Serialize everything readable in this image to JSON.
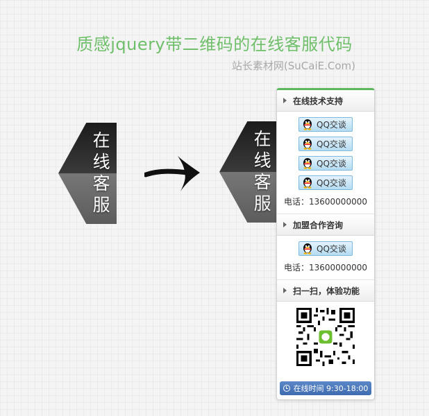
{
  "header": {
    "title": "质感jquery带二维码的在线客服代码",
    "subtitle": "站长素材网(SuCaiE.Com)"
  },
  "tab": {
    "chars": [
      "在",
      "线",
      "客",
      "服"
    ]
  },
  "panel": {
    "sections": {
      "tech": {
        "title": "在线技术支持",
        "buttons": [
          "QQ交谈",
          "QQ交谈",
          "QQ交谈",
          "QQ交谈"
        ],
        "phone": "电话：13600000000"
      },
      "join": {
        "title": "加盟合作咨询",
        "buttons": [
          "QQ交谈"
        ],
        "phone": "电话：13600000000"
      },
      "scan": {
        "title": "扫一扫，体验功能"
      }
    },
    "footer": "在线时间 9:30-18:00"
  },
  "colors": {
    "title": "#6fbf6a",
    "accent_top": "#5cb85c",
    "footer_bg": "#4a76ba",
    "qq_button": "#b5dcf2"
  }
}
